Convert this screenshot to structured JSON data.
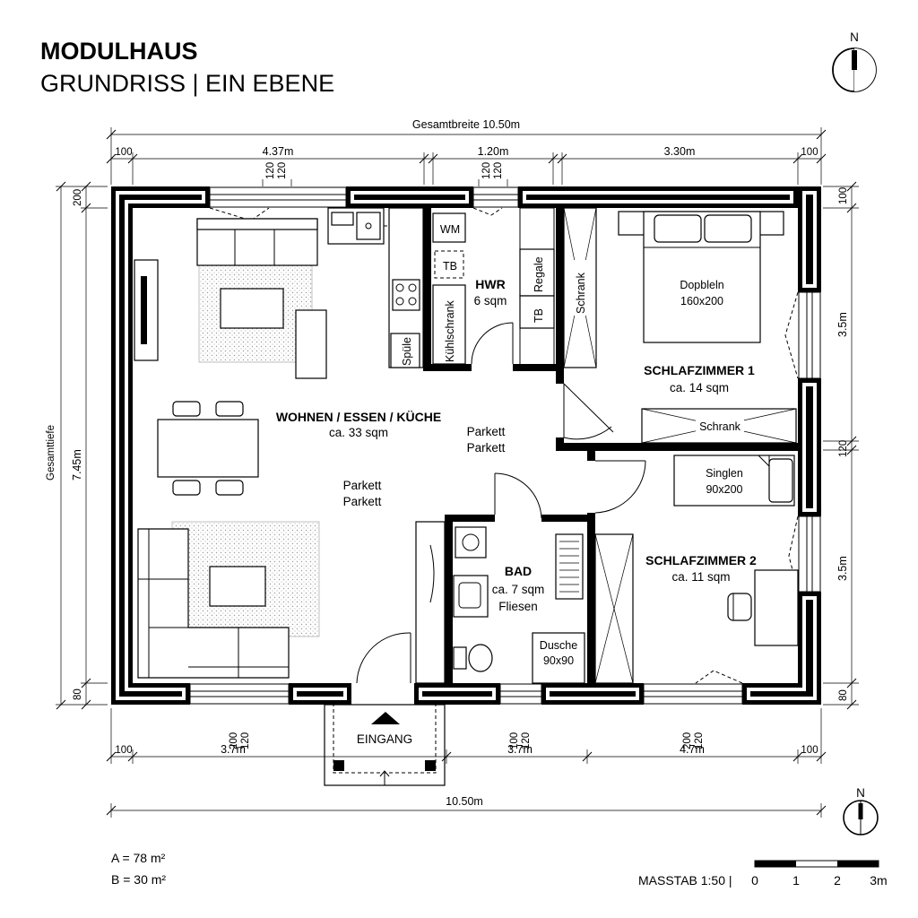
{
  "header": {
    "title": "MODULHAUS",
    "subtitle": "GRUNDRISS | EIN EBENE",
    "north_label": "N"
  },
  "dimensions": {
    "total_width": "Gesamtbreite 10.50m",
    "top_segments": [
      "100",
      "4.37m",
      "1.20m",
      "3.30m",
      "100"
    ],
    "top_window_pairs": [
      [
        "120",
        "120"
      ],
      [
        "120",
        "120"
      ]
    ],
    "total_depth_label": "Gesamttiefe",
    "total_depth": "7.45m",
    "left_top": "200",
    "left_bottom": "80",
    "right_segments": [
      "100",
      "3.5m",
      "120",
      "3.5m",
      "80"
    ],
    "bottom_window_pairs": [
      [
        "200",
        "120"
      ],
      [
        "100",
        "120"
      ],
      [
        "200",
        "120"
      ]
    ],
    "bottom_segments": [
      "100",
      "3.7m",
      "3.7m",
      "4.7m",
      "100"
    ],
    "bottom_total": "10.50m"
  },
  "rooms": {
    "living": {
      "name": "WOHNEN / ESSEN / KÜCHE",
      "area": "ca. 33 sqm",
      "floor1": "Parkett",
      "floor2": "Parkett"
    },
    "hall": {
      "floor1": "Parkett",
      "floor2": "Parkett"
    },
    "hwr": {
      "name": "HWR",
      "area": "6 sqm"
    },
    "bath": {
      "name": "BAD",
      "area": "ca. 7 sqm",
      "floor": "Fliesen"
    },
    "bed1": {
      "name": "SCHLAFZIMMER 1",
      "area": "ca. 14 sqm"
    },
    "bed2": {
      "name": "SCHLAFZIMMER 2",
      "area": "ca. 11 sqm"
    }
  },
  "fixtures": {
    "wm": "WM",
    "tb": "TB",
    "regale": "Regale",
    "kuehlschrank": "Kühlschrank",
    "spuele": "Spüle",
    "schrank": "Schrank",
    "double_bed_line1": "Dopbleln",
    "double_bed_line2": "160x200",
    "single_bed_line1": "Singlen",
    "single_bed_line2": "90x200",
    "shower_line1": "Dusche",
    "shower_line2": "90x90",
    "entrance": "EINGANG"
  },
  "areas": {
    "a": "A = 78 m²",
    "b": "B = 30 m²"
  },
  "scale": {
    "label": "MASSTAB 1:50 |",
    "ticks": [
      "0",
      "1",
      "2",
      "3m"
    ]
  }
}
